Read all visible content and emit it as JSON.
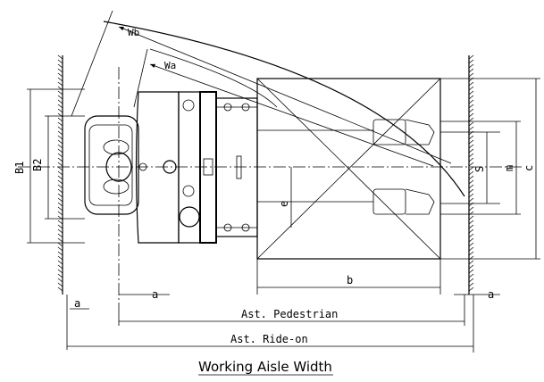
{
  "title": "Working Aisle Width",
  "dimensions": {
    "wb": "Wb",
    "wa": "Wa",
    "b1": "B1",
    "b2": "B2",
    "e": "e",
    "b": "b",
    "s": "S",
    "m": "m",
    "c": "c",
    "a_left": "a",
    "a_mid": "a",
    "a_right": "a",
    "ast_pedestrian": "Ast. Pedestrian",
    "ast_rideon": "Ast. Ride-on"
  }
}
